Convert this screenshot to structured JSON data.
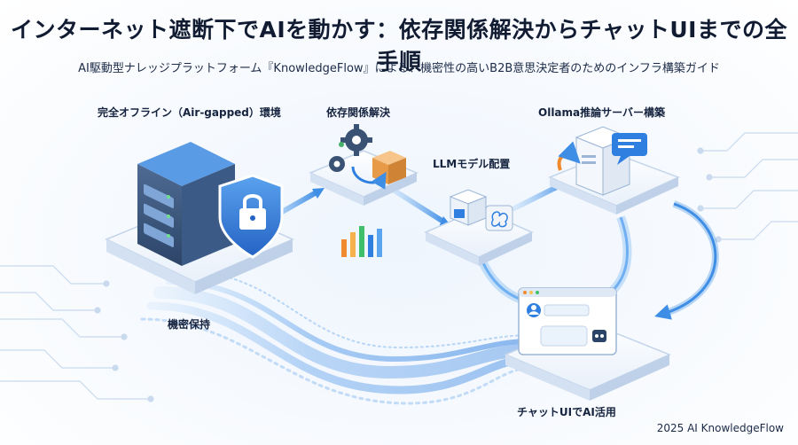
{
  "header": {
    "title": "インターネット遮断下でAIを動かす：依存関係解決からチャットUIまでの全手順",
    "subtitle": "AI駆動型ナレッジプラットフォーム『KnowledgeFlow』による、機密性の高いB2B意思決定者のためのインフラ構築ガイド"
  },
  "steps": {
    "offline": "完全オフライン（Air-gapped）環境",
    "dependency": "依存関係解決",
    "ollama": "Ollama推論サーバー構築",
    "llm": "LLMモデル配置",
    "confidential": "機密保持",
    "chat": "チャットUIでAI活用"
  },
  "footer": {
    "credit": "2025 AI KnowledgeFlow"
  },
  "colors": {
    "accent": "#2f7fe0",
    "dark_blue": "#16325c",
    "bar_orange": "#f08a2e",
    "bar_green": "#3fbf6a",
    "bar_blue": "#2f7fe0"
  },
  "icons": [
    "server-icon",
    "shield-lock-icon",
    "gears-icon",
    "package-icon",
    "cube-icon",
    "brain-icon",
    "computer-tower-icon",
    "speech-bubble-icon",
    "bar-chart-icon",
    "chat-window-icon",
    "user-avatar-icon",
    "robot-icon"
  ]
}
